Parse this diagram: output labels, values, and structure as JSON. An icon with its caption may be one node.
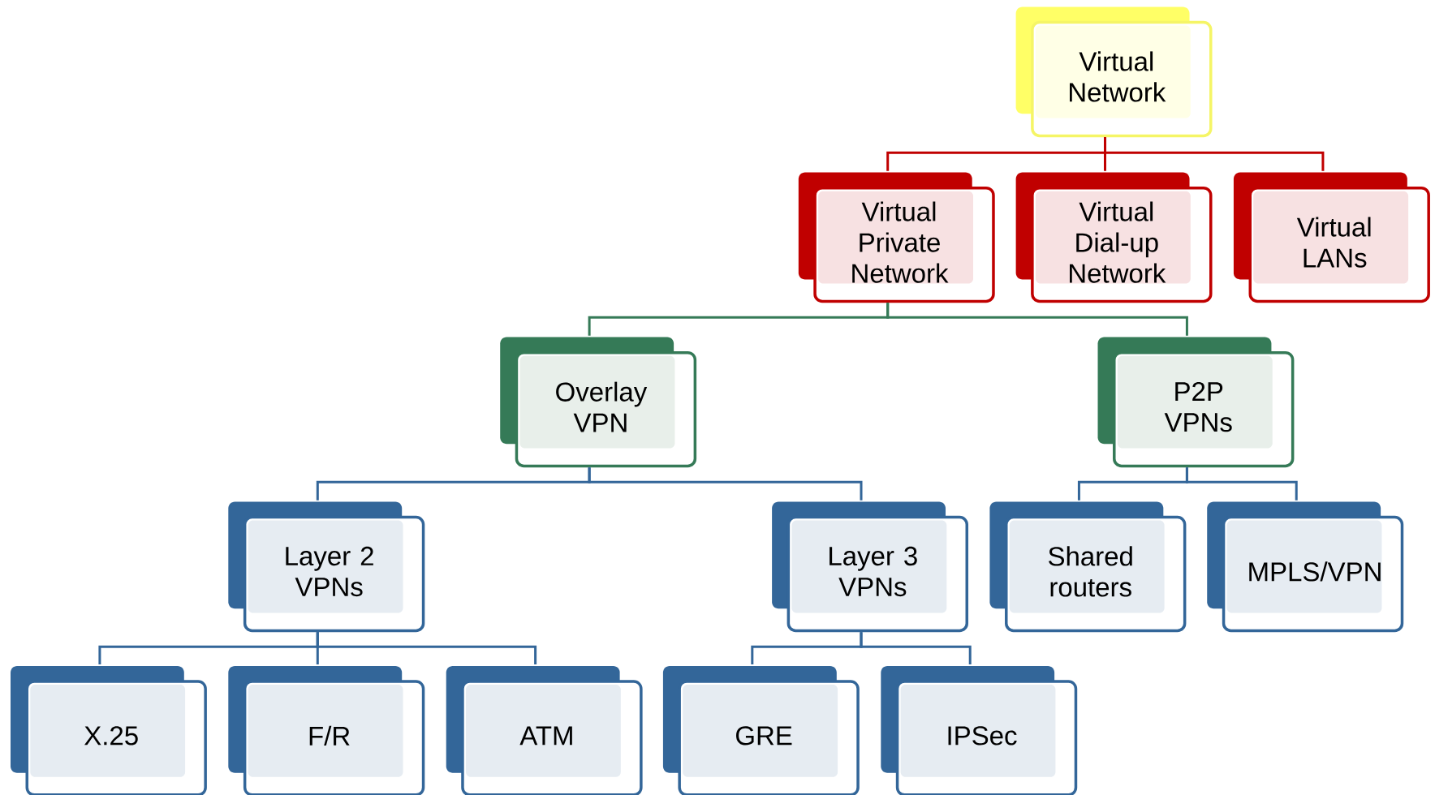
{
  "diagram": {
    "nodes": [
      {
        "text": [
          "Virtual Network"
        ]
      },
      {
        "text": [
          "Virtual Private Network"
        ]
      },
      {
        "text": [
          "Virtual Dial-up Network"
        ]
      },
      {
        "text": [
          "Virtual LANs"
        ]
      },
      {
        "text": [
          "Overlay VPN"
        ]
      },
      {
        "text": [
          "P2P VPNs"
        ]
      },
      {
        "text": [
          "Layer 2 VPNs"
        ]
      },
      {
        "text": [
          "Layer 3 VPNs"
        ]
      },
      {
        "text": [
          "Shared routers"
        ]
      },
      {
        "text": [
          "MPLS/VPN"
        ]
      },
      {
        "text": [
          "X.25"
        ]
      },
      {
        "text": [
          "F/R"
        ]
      },
      {
        "text": [
          "ATM"
        ]
      },
      {
        "text": [
          "GRE"
        ]
      },
      {
        "text": [
          "IPSec"
        ]
      }
    ],
    "edges": [
      {
        "from": 0,
        "to": 1,
        "arrow": "none",
        "color": "#c00000"
      },
      {
        "from": 0,
        "to": 2,
        "arrow": "none",
        "color": "#c00000"
      },
      {
        "from": 0,
        "to": 3,
        "arrow": "none",
        "color": "#c00000"
      },
      {
        "from": 1,
        "to": 4,
        "arrow": "none",
        "color": "#357a57"
      },
      {
        "from": 1,
        "to": 5,
        "arrow": "none",
        "color": "#357a57"
      },
      {
        "from": 4,
        "to": 6,
        "arrow": "none"
      },
      {
        "from": 4,
        "to": 7,
        "arrow": "none"
      },
      {
        "from": 5,
        "to": 8,
        "arrow": "none"
      },
      {
        "from": 5,
        "to": 9,
        "arrow": "none"
      },
      {
        "from": 6,
        "to": 10,
        "arrow": "none"
      },
      {
        "from": 6,
        "to": 11,
        "arrow": "none"
      },
      {
        "from": 6,
        "to": 12,
        "arrow": "none"
      },
      {
        "from": 7,
        "to": 13,
        "arrow": "none"
      },
      {
        "from": 7,
        "to": 14,
        "arrow": "none"
      }
    ]
  }
}
